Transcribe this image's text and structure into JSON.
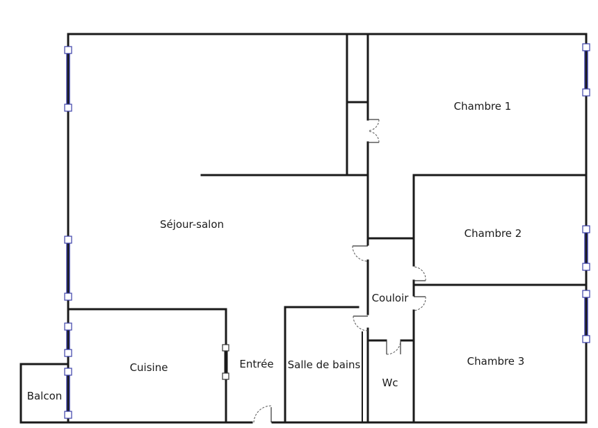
{
  "plan": {
    "rooms": {
      "chambre1": "Chambre 1",
      "chambre2": "Chambre 2",
      "chambre3": "Chambre 3",
      "sejour": "Séjour-salon",
      "couloir": "Couloir",
      "cuisine": "Cuisine",
      "entree": "Entrée",
      "salle_de_bains": "Salle de bains",
      "wc": "Wc",
      "balcon": "Balcon"
    },
    "colors": {
      "wall": "#1a1a1a",
      "window": "#3b3fa8",
      "background": "#ffffff"
    }
  }
}
